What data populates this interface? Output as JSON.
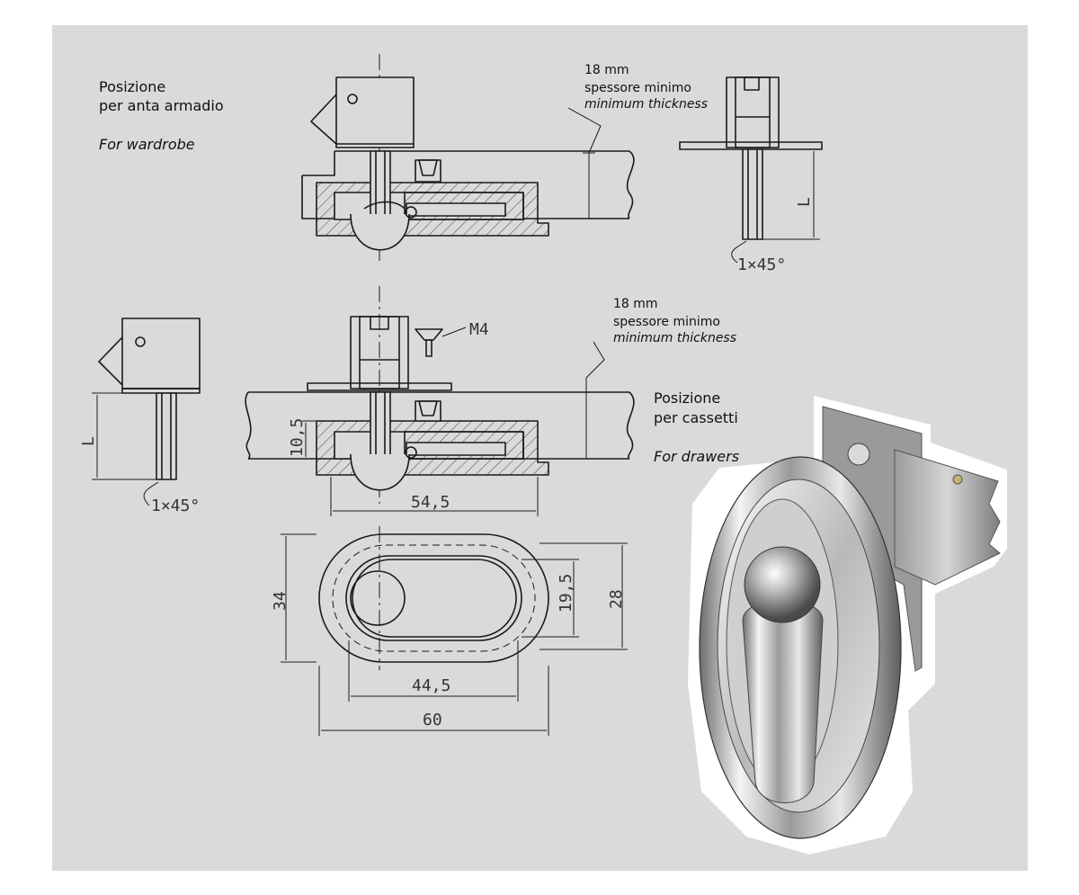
{
  "wardrobe": {
    "title_it_1": "Posizione",
    "title_it_2": "per anta armadio",
    "title_en": "For wardrobe",
    "thickness_value": "18 mm",
    "thickness_it": "spessore minimo",
    "thickness_en": "minimum thickness"
  },
  "drawers": {
    "title_it_1": "Posizione",
    "title_it_2": "per cassetti",
    "title_en": "For drawers",
    "thickness_value": "18 mm",
    "thickness_it": "spessore minimo",
    "thickness_en": "minimum thickness",
    "screw_label": "M4"
  },
  "dimensions": {
    "chamfer_top": "1×45°",
    "chamfer_left": "1×45°",
    "length_top": "L",
    "length_left": "L",
    "d_10_5": "10,5",
    "d_54_5": "54,5",
    "d_34": "34",
    "d_19_5": "19,5",
    "d_28": "28",
    "d_44_5": "44,5",
    "d_60": "60"
  },
  "colors": {
    "background": "#dadada",
    "line": "#1a1a1a",
    "photo_outline": "#ffffff"
  }
}
